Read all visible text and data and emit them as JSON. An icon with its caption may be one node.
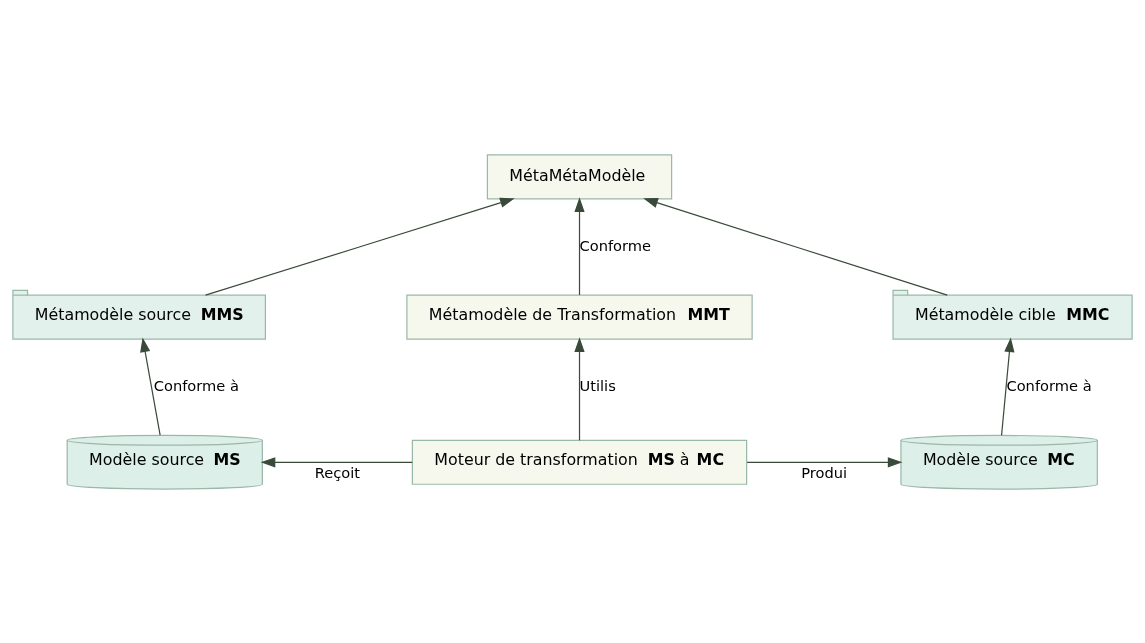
{
  "diagram": {
    "nodes": [
      {
        "text": [
          "MétaMétaModèle"
        ]
      },
      {
        "text": [
          "Métamodèle source **MMS**"
        ]
      },
      {
        "text": [
          "Métamodèle de Transformation **MMT**"
        ]
      },
      {
        "text": [
          "Métamodèle cible **MMC**"
        ]
      },
      {
        "text": [
          "Modèle source **MS**"
        ]
      },
      {
        "text": [
          "Moteur de transformation **MS** à **MC**"
        ]
      },
      {
        "text": [
          "Modèle source **MC**"
        ]
      }
    ],
    "edges": [
      {
        "from": 1,
        "to": 0,
        "arrow": "to"
      },
      {
        "from": 2,
        "to": 0,
        "arrow": "to",
        "label": "Conforme"
      },
      {
        "from": 3,
        "to": 0,
        "arrow": "to"
      },
      {
        "from": 4,
        "to": 1,
        "arrow": "to",
        "label": "Conforme à"
      },
      {
        "from": 5,
        "to": 2,
        "arrow": "to",
        "label": "Utilis"
      },
      {
        "from": 6,
        "to": 3,
        "arrow": "to",
        "label": "Conforme à"
      },
      {
        "from": 5,
        "to": 4,
        "arrow": "to",
        "label": "Reçoit"
      },
      {
        "from": 5,
        "to": 6,
        "arrow": "to",
        "label": "Produi"
      }
    ]
  }
}
